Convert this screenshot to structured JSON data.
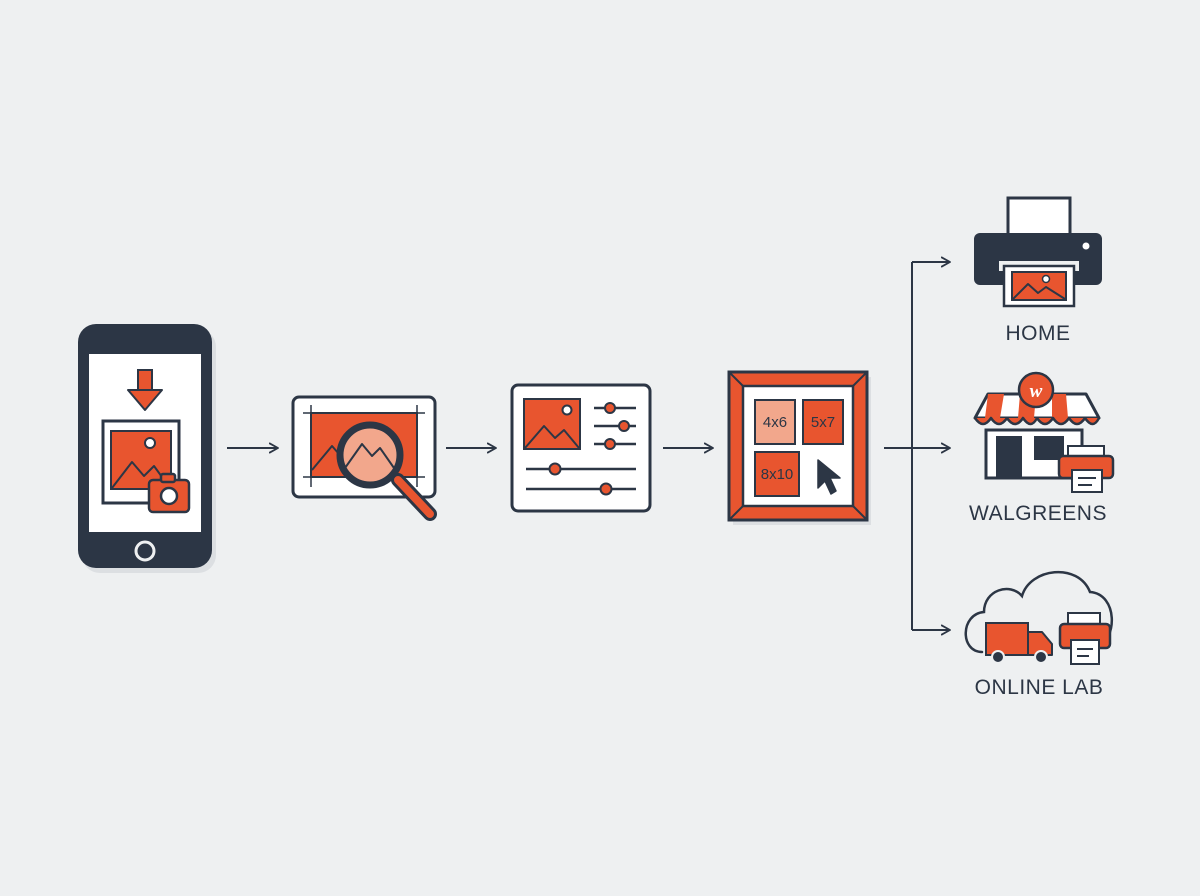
{
  "colors": {
    "background": "#eef0f1",
    "ink": "#2c3645",
    "accent": "#e8552f",
    "accent_light": "#f2a78c",
    "paper": "#ffffff",
    "pale": "#f4f5f6"
  },
  "steps": [
    {
      "icon": "phone-import-icon"
    },
    {
      "icon": "image-inspect-icon"
    },
    {
      "icon": "image-adjust-icon"
    },
    {
      "icon": "print-size-select-icon",
      "sizes": [
        "4x6",
        "5x7",
        "8x10"
      ]
    }
  ],
  "destinations": [
    {
      "icon": "home-printer-icon",
      "label": "HOME"
    },
    {
      "icon": "walgreens-store-icon",
      "label": "WALGREENS",
      "logo_letter": "w"
    },
    {
      "icon": "cloud-delivery-icon",
      "label": "ONLINE LAB"
    }
  ]
}
